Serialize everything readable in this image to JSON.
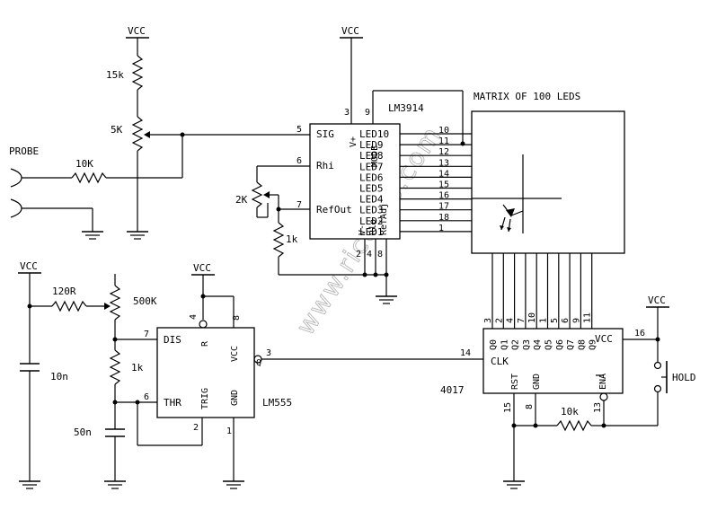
{
  "labels": {
    "vcc": "VCC",
    "probe": "PROBE",
    "r_15k": "15k",
    "r_5k": "5K",
    "r_10k_probe": "10K",
    "r_2k": "2K",
    "r_1k_ref": "1k",
    "r_120r": "120R",
    "r_500k": "500K",
    "r_1k_555": "1k",
    "c_10n": "10n",
    "c_50n": "50n",
    "r_10k_rst": "10k",
    "hold": "HOLD",
    "matrix_title": "MATRIX OF 100 LEDS"
  },
  "lm3914": {
    "name": "LM3914",
    "sig": "SIG",
    "rhi": "Rhi",
    "refout": "RefOut",
    "vplus": "V+",
    "vminus": "V-",
    "rlo": "Rlo",
    "refadj": "RefAdj",
    "mode": "MODE",
    "leds": [
      "LED10",
      "LED9",
      "LED8",
      "LED7",
      "LED6",
      "LED5",
      "LED4",
      "LED3",
      "LED2",
      "LED1"
    ],
    "led_pins": [
      "10",
      "11",
      "12",
      "13",
      "14",
      "15",
      "16",
      "17",
      "18",
      "1"
    ],
    "pin_sig": "5",
    "pin_rhi": "6",
    "pin_refout": "7",
    "pin_vplus": "3",
    "pin_mode": "9",
    "pin_vminus": "2",
    "pin_rlo": "4",
    "pin_refadj": "8"
  },
  "lm555": {
    "name": "LM555",
    "dis": "DIS",
    "thr": "THR",
    "trig": "TRIG",
    "r": "R",
    "vcc": "VCC",
    "gnd": "GND",
    "q": "Q",
    "pin_dis": "7",
    "pin_thr": "6",
    "pin_trig": "2",
    "pin_r": "4",
    "pin_vcc": "8",
    "pin_gnd": "1",
    "pin_q": "3"
  },
  "cd4017": {
    "name": "4017",
    "outs": [
      "Q0",
      "Q1",
      "Q2",
      "Q3",
      "Q4",
      "Q5",
      "Q6",
      "Q7",
      "Q8",
      "Q9"
    ],
    "out_pins": [
      "3",
      "2",
      "4",
      "7",
      "10",
      "1",
      "5",
      "6",
      "9",
      "11"
    ],
    "vcc": "VCC",
    "clk": "CLK",
    "rst": "RST",
    "gnd": "GND",
    "ena": "ENA",
    "pin_vcc": "16",
    "pin_clk": "14",
    "pin_rst": "15",
    "pin_gnd": "8",
    "pin_ena": "13"
  },
  "watermark": "www.ricoroo.com"
}
